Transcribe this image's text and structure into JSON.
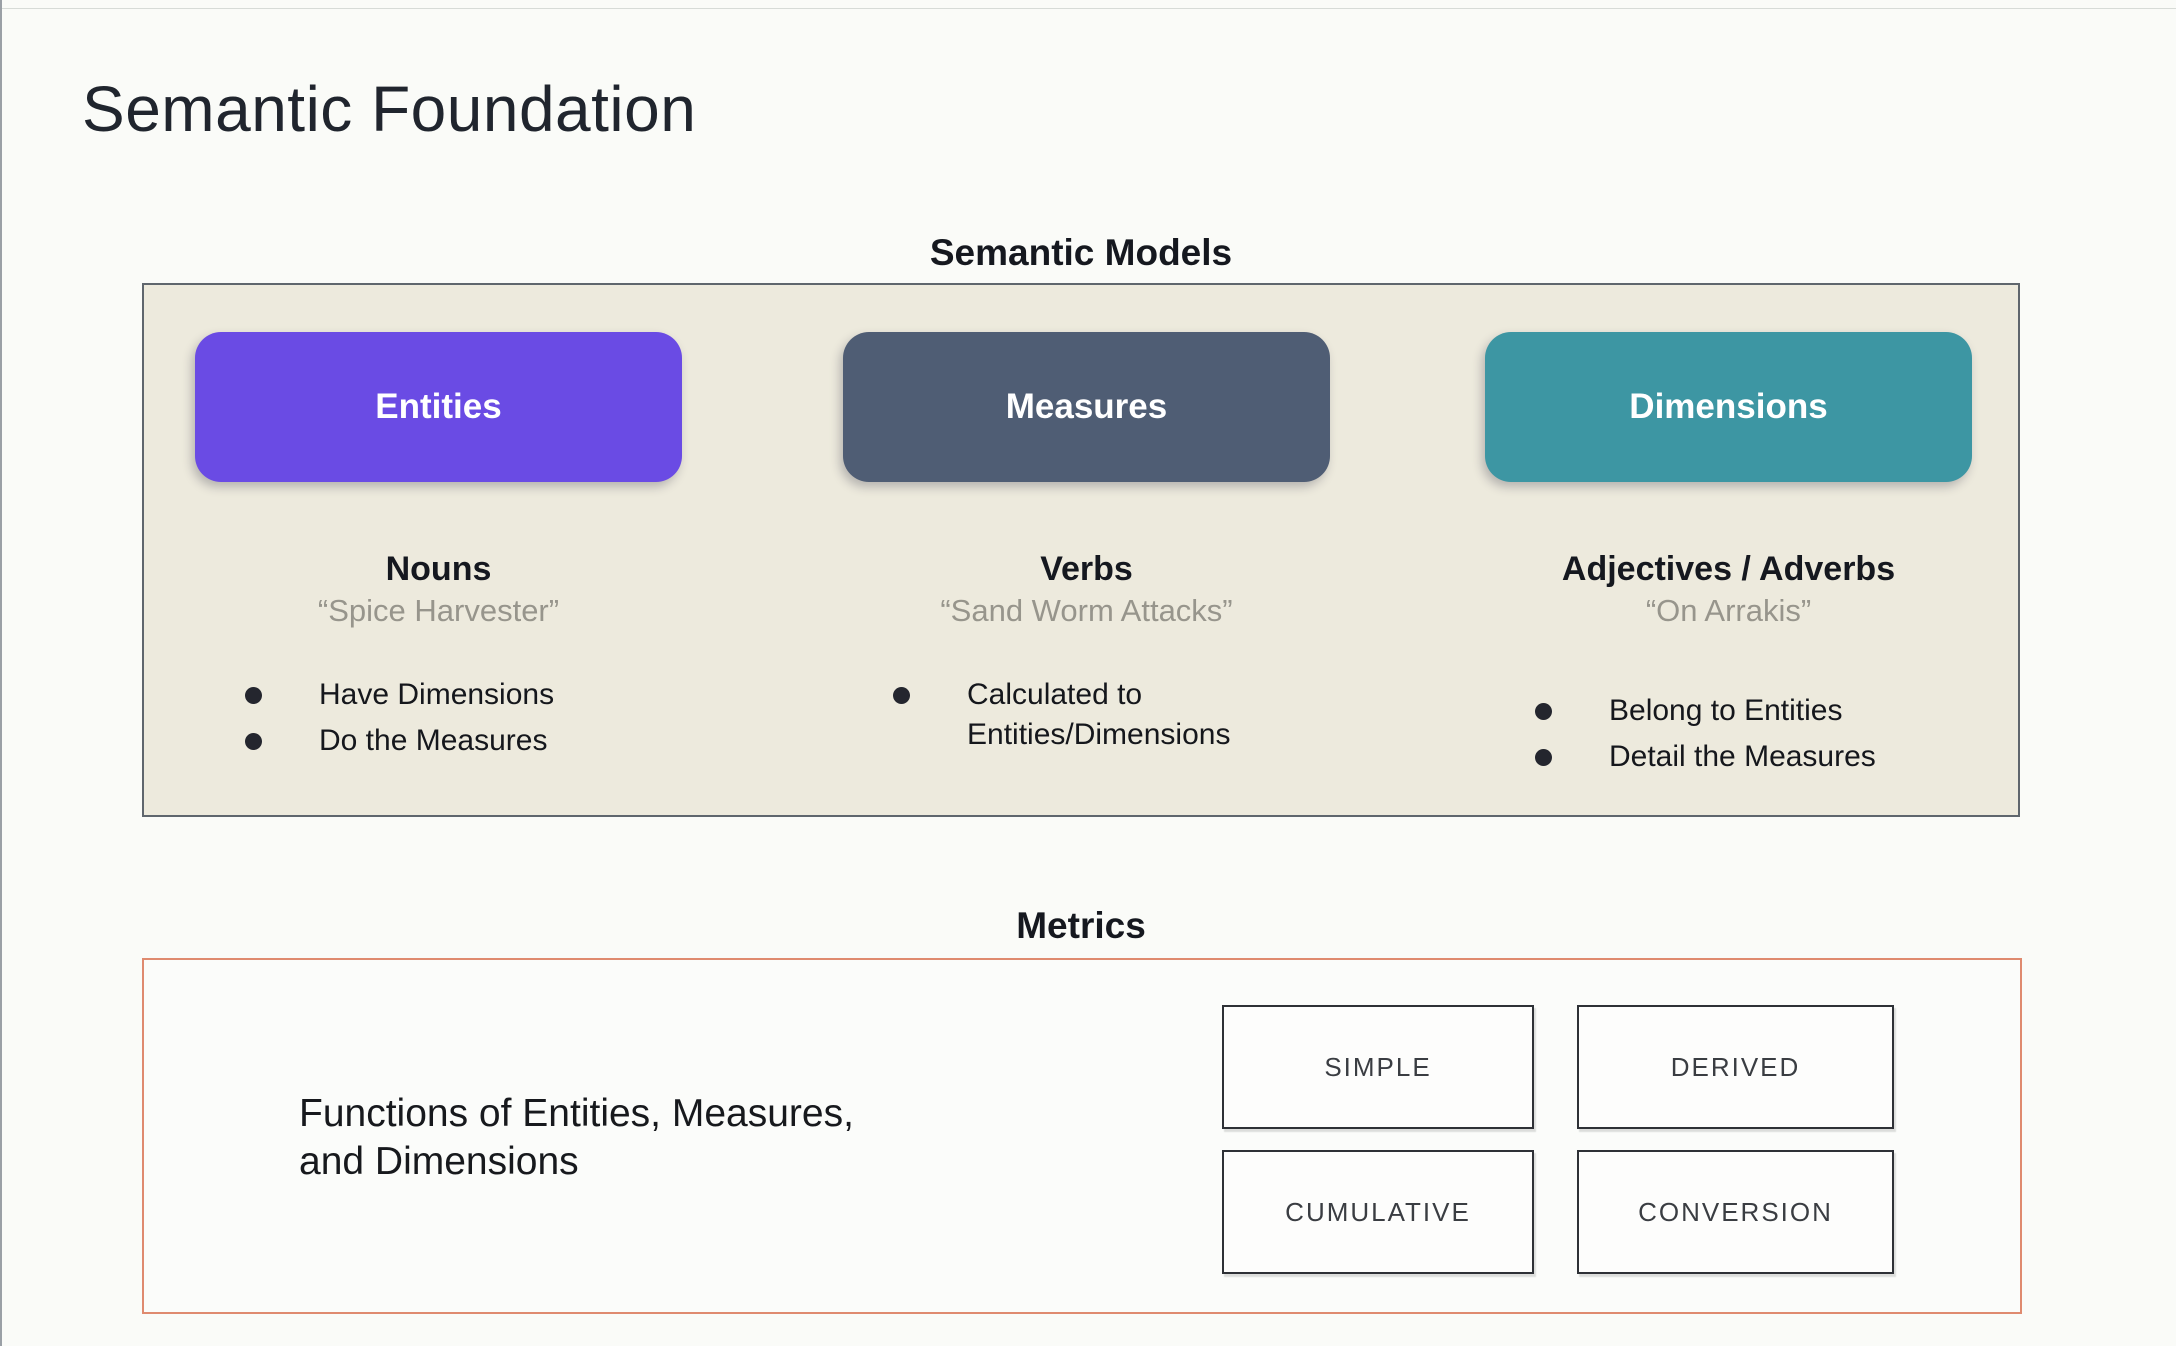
{
  "page": {
    "title": "Semantic Foundation"
  },
  "semantic_models": {
    "heading": "Semantic Models",
    "panel_background": "#edeadd",
    "panel_border_color": "#5f666d",
    "columns": [
      {
        "box_label": "Entities",
        "box_color": "#6a4be4",
        "subtitle": "Nouns",
        "quote": "“Spice Harvester”",
        "bullets": [
          "Have Dimensions",
          "Do the Measures"
        ]
      },
      {
        "box_label": "Measures",
        "box_color": "#4f5d74",
        "subtitle": "Verbs",
        "quote": "“Sand Worm Attacks”",
        "bullets": [
          "Calculated to Entities/Dimensions"
        ]
      },
      {
        "box_label": "Dimensions",
        "box_color": "#3d96a3",
        "subtitle": "Adjectives / Adverbs",
        "quote": "“On Arrakis”",
        "bullets": [
          "Belong to Entities",
          "Detail the Measures"
        ]
      }
    ]
  },
  "metrics": {
    "heading": "Metrics",
    "border_color": "#df8a6f",
    "description": "Functions of Entities, Measures,\nand Dimensions",
    "types": [
      "SIMPLE",
      "DERIVED",
      "CUMULATIVE",
      "CONVERSION"
    ]
  }
}
